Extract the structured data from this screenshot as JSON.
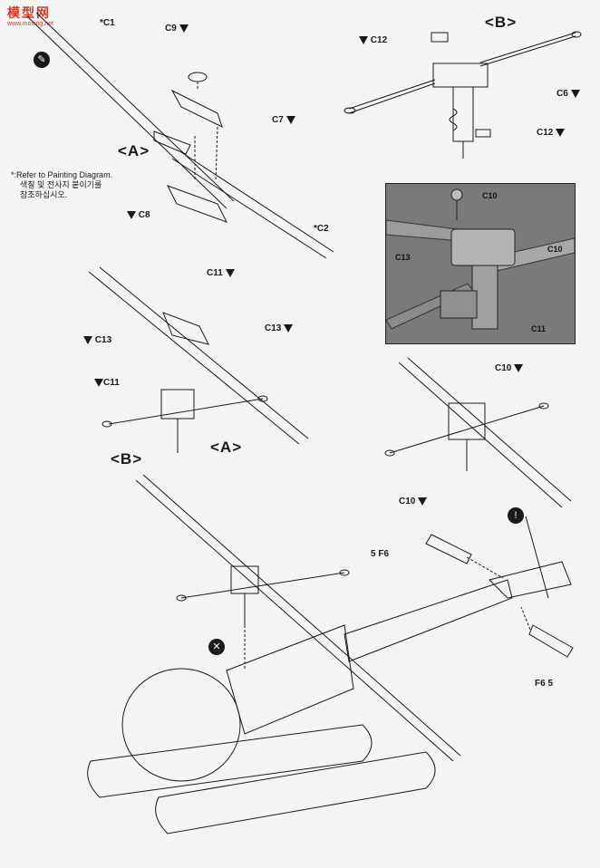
{
  "logo": {
    "text": "模型网",
    "url_text": "www.moxing.net"
  },
  "note": {
    "marker": "*",
    "english": ":Refer to Painting Diagram.",
    "korean_1": "색칠 및 전사지 붙이기를",
    "korean_2": "참조하십시오."
  },
  "brackets": {
    "a": "<A>",
    "b": "<B>"
  },
  "parts": {
    "c1": "C1",
    "c2": "C2",
    "c6": "C6",
    "c7": "C7",
    "c8": "C8",
    "c9": "C9",
    "c10": "C10",
    "c11": "C11",
    "c12": "C12",
    "c13": "C13",
    "f6": "F6"
  },
  "part_markers": {
    "star": "*",
    "num_5": "5"
  },
  "photo_labels": {
    "c10_top": "C10",
    "c10_right": "C10",
    "c13": "C13",
    "c11": "C11"
  },
  "symbols": {
    "glue": "glue-symbol",
    "no_glue": "no-glue-symbol",
    "pin": "pin-symbol"
  },
  "colors": {
    "ink": "#1a1a1a",
    "paper": "#f4f4f2",
    "logo_red": "#d23a2a",
    "photo_bg": "#6e6e6e"
  }
}
